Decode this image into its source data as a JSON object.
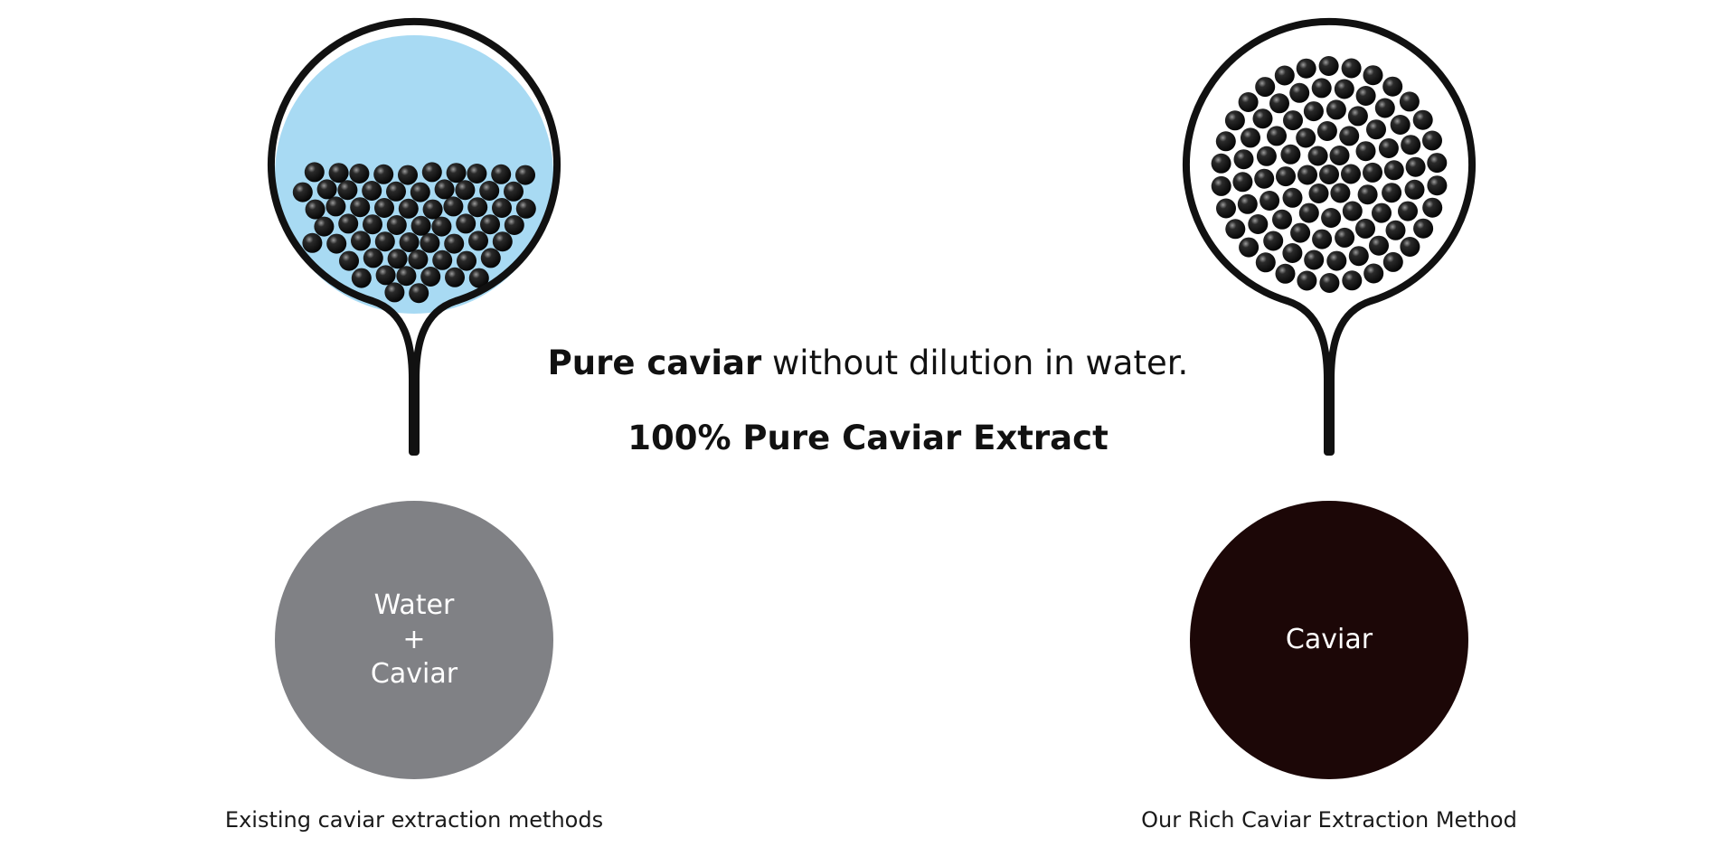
{
  "colors": {
    "water": "#a8daf3",
    "outline": "#111111",
    "bead": "#1b1b1b",
    "mixed_circle": "#808185",
    "pure_circle": "#1c0707"
  },
  "tagline": {
    "bold": "Pure caviar",
    "rest": " without dilution in water."
  },
  "headline": "100% Pure Caviar Extract",
  "left": {
    "result_lines": [
      "Water",
      "+",
      "Caviar"
    ],
    "caption": "Existing caviar extraction methods"
  },
  "right": {
    "result_lines": [
      "Caviar"
    ],
    "caption": "Our Rich Caviar Extraction Method"
  }
}
